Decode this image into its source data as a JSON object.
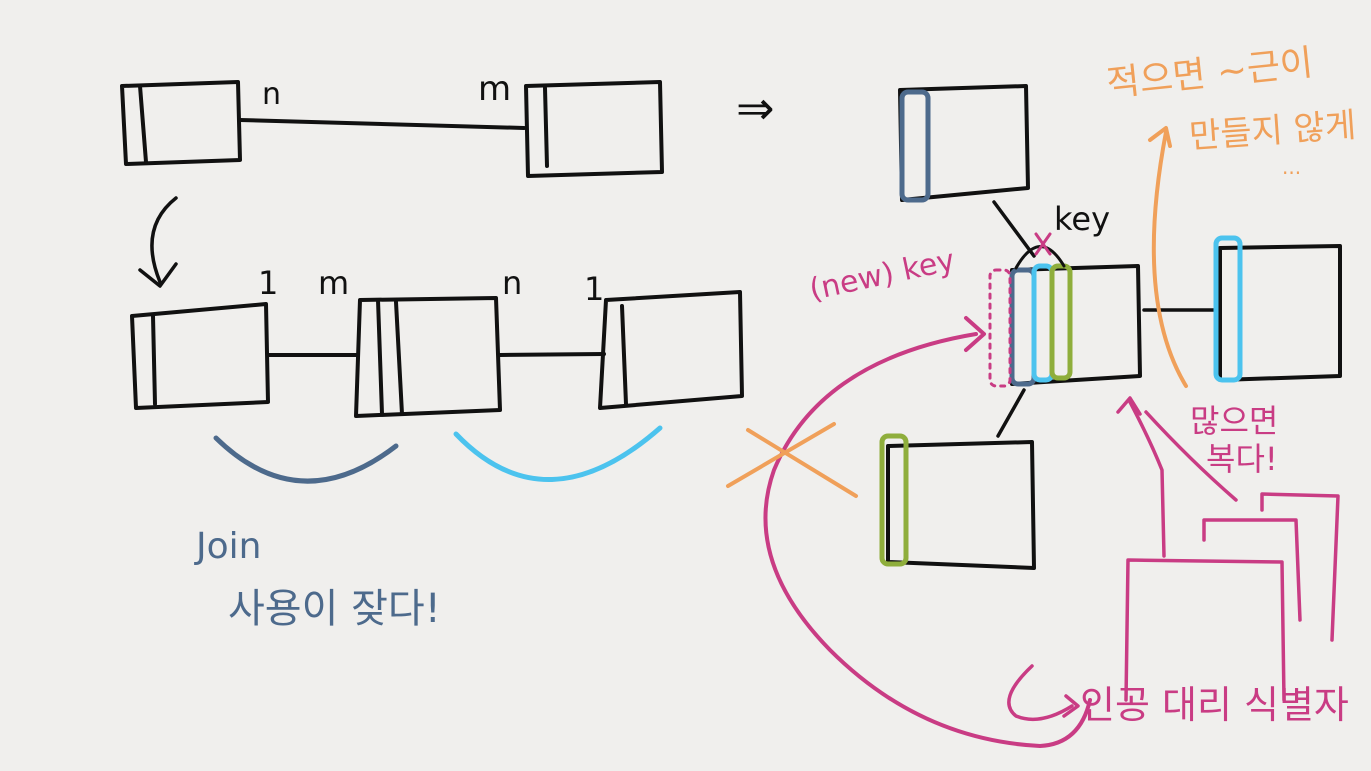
{
  "colors": {
    "background": "#f0efed",
    "ink": "#111111",
    "slate": "#4d6a8c",
    "sky": "#4cc3ee",
    "olive": "#8fae3c",
    "magenta": "#c93c84",
    "orange": "#f0a05a"
  },
  "labels": {
    "card_n": "n",
    "card_m": "m",
    "arrow": "⇒",
    "mid_1a": "1",
    "mid_m": "m",
    "mid_n": "n",
    "mid_1b": "1",
    "key": "key",
    "new_key": "(new) key",
    "join_1": "Join",
    "join_2": "사용이 잦다!",
    "few_1": "적으면 ~근이",
    "few_2": "만들지 않게",
    "few_3": "...",
    "many_1": "많으면",
    "many_2": "복다!",
    "surrogate": "인공 대리 식별자"
  }
}
